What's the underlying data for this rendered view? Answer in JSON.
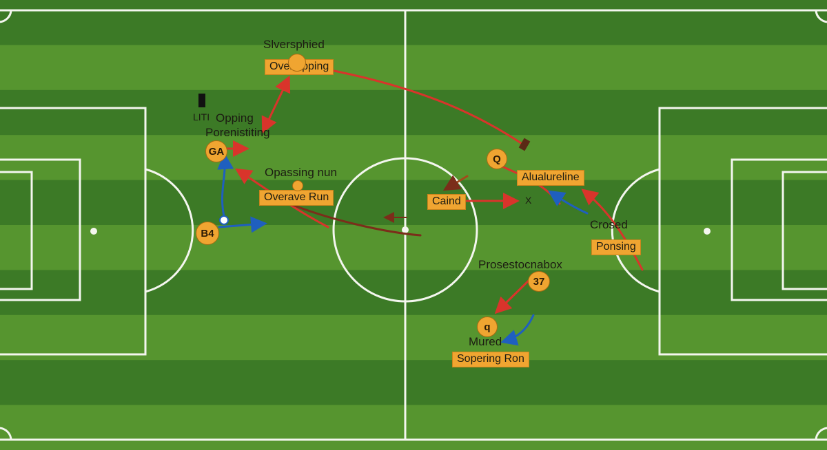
{
  "colors": {
    "grass_dark": "#3c7a26",
    "grass_light": "#56952f",
    "line": "#f4f6ef",
    "arrow_red": "#d9342b",
    "arrow_blue": "#1f5fbf",
    "arrow_brown": "#7b2d1a",
    "tag_bg": "#f0a531"
  },
  "annotations": {
    "top_note": "Slversphied",
    "overlap_tag": "Overlapping",
    "lit_mark": "LITI",
    "opping": "Opping",
    "porenistiting": "Porenistiting",
    "opassing_run": "Opassing nun",
    "overave_run": "Overave Run",
    "caind": "Caind",
    "x_mark": "X",
    "alualureline": "Alualureline",
    "crosed": "Crosed",
    "ponsing": "Ponsing",
    "prosestocnabox": "Prosestocnabox",
    "mured": "Mured",
    "sopering_ron": "Sopering Ron"
  },
  "players": {
    "ga": "GA",
    "b4": "B4",
    "q_right": "Q",
    "q_bottom": "q",
    "p37": "37"
  }
}
